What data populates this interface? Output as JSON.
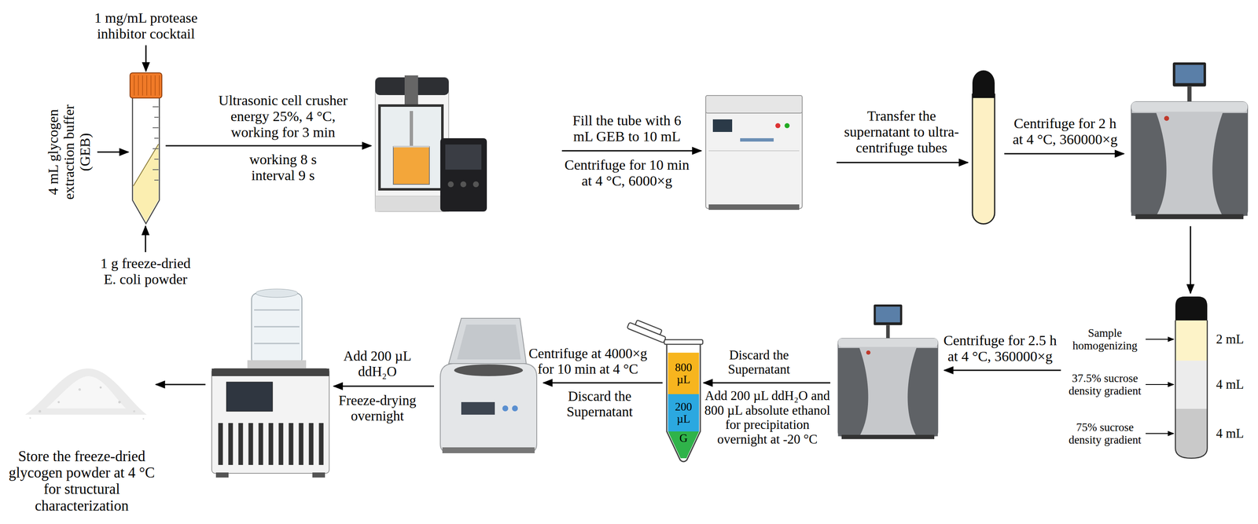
{
  "diagram": {
    "nodes": [
      {
        "text": [
          "800 µL"
        ]
      },
      {
        "text": [
          "200 µL"
        ]
      },
      {
        "text": [
          "G"
        ]
      }
    ],
    "labels": [
      "1 mg/mL protease inhibitor cocktail",
      "4 mL glycogen extraction buffer (GEB)",
      "1 g freeze-dried E. coli powder",
      "Ultrasonic cell crusher energy 25%, 4 °C, working for 3 min",
      "working 8 s interval 9 s",
      "Fill the tube with 6 mL GEB to 10 mL",
      "Centrifuge for 10 min at 4 °C, 6000×g",
      "Transfer the supernatant to ultra-centrifuge tubes",
      "Centrifuge for 2 h at 4 °C, 360000×g",
      "Sample homogenizing",
      "2 mL",
      "37.5% sucrose density gradient",
      "4 mL",
      "75% sucrose density gradient",
      "4 mL",
      "Centrifuge for 2.5 h at 4 °C, 360000×g",
      "Discard the Supernatant",
      "Add 200 µL ddH₂O and 800 µL absolute ethanol for precipitation overnight at -20 °C",
      "Centrifuge at 4000×g for 10 min at 4 °C",
      "Discard the Supernatant",
      "Add 200 µL ddH₂O",
      "Freeze-drying overnight",
      "Store the freeze-dried glycogen powder at 4 °C for structural characterization"
    ]
  }
}
